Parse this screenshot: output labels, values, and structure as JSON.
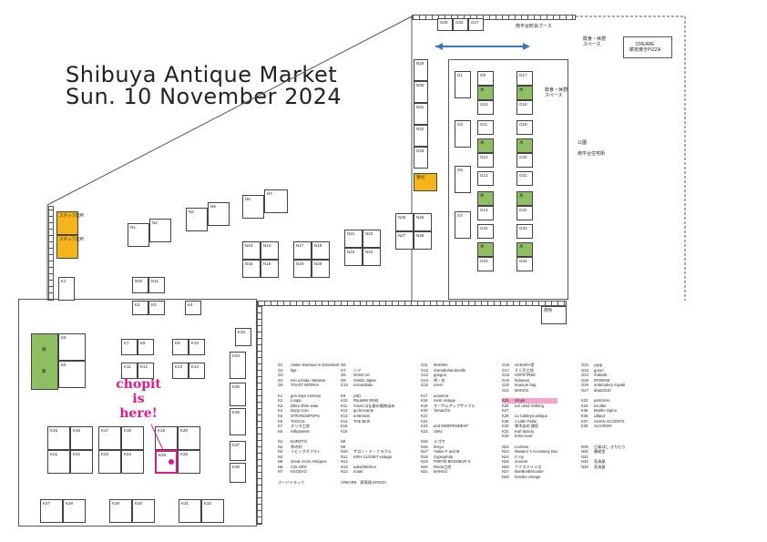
{
  "title_line1": "Shibuya Antique Market",
  "title_line2": "Sun. 10 November 2024",
  "areas": {
    "event_booth": "南平台町会ブース",
    "food_space_top": "飲食・休憩\nスペース",
    "creare_box": "CREARE\n薪窯焼きPIZZA",
    "food_space_mid": "飲食・休憩\nスペース",
    "park": "公園",
    "residence": "南平台住宅街",
    "staff1": "スタッフ詰所",
    "staff2": "スタッフ詰所",
    "reception": "受付",
    "luggage": "荷物",
    "stage1": "橋",
    "stage2": "載",
    "tree": "木"
  },
  "marker": {
    "line1": "chopit",
    "line2": "is",
    "line3": "here!"
  },
  "legend": {
    "col1": [
      [
        "G1",
        "Atelier Bonheur et Etincelant"
      ],
      [
        "G2",
        "figs"
      ],
      [
        "G3",
        ""
      ],
      [
        "G4",
        "mio uchida / Matisse"
      ],
      [
        "G5",
        "TOAST WORKS"
      ],
      [
        "",
        ""
      ],
      [
        "K1",
        "grin days memory"
      ],
      [
        "K2",
        "Loopp"
      ],
      [
        "K3",
        "Dhire dhire wala"
      ],
      [
        "K4",
        "Depp Coin"
      ],
      [
        "K5",
        "STRANGEPOPS"
      ],
      [
        "K6",
        "TAGOJL"
      ],
      [
        "K7",
        "エリラ工房"
      ],
      [
        "K8",
        "milliplanets"
      ],
      [
        "",
        ""
      ],
      [
        "N1",
        "EUROTO"
      ],
      [
        "N2",
        "茶の利"
      ],
      [
        "N3",
        "リビングネクスト"
      ],
      [
        "N4",
        ""
      ],
      [
        "N5",
        "Great Acorn Antiques"
      ],
      [
        "N6",
        "COLORS"
      ],
      [
        "N7",
        "KSODVO"
      ],
      [
        "",
        ""
      ],
      [
        "フードトラック",
        ""
      ]
    ],
    "col2": [
      [
        "G6",
        ""
      ],
      [
        "G7",
        "ハマ"
      ],
      [
        "G8",
        "Orient Art"
      ],
      [
        "G9",
        "Simitzi Japan"
      ],
      [
        "G10",
        "mizunolabo"
      ],
      [
        "",
        ""
      ],
      [
        "K9",
        "(JB)"
      ],
      [
        "K10",
        "Route66 (R66)"
      ],
      [
        "K11",
        "Yurari はな屋の植物染め"
      ],
      [
        "K12",
        "go.brocante"
      ],
      [
        "K13",
        "untension"
      ],
      [
        "K14",
        "THE Birth"
      ],
      [
        "K15",
        ""
      ],
      [
        "K16",
        ""
      ],
      [
        "",
        ""
      ],
      [
        "N8",
        ""
      ],
      [
        "N9",
        ""
      ],
      [
        "N10",
        "サロン・ド・ミラクル"
      ],
      [
        "N11",
        "KIRA CLOSET vintage"
      ],
      [
        "N12",
        ""
      ],
      [
        "N13",
        "aakichiBchun"
      ],
      [
        "N14",
        "notari"
      ],
      [
        "",
        ""
      ],
      [
        "CREARE",
        "薪窯焼きPIZZA"
      ]
    ],
    "col3": [
      [
        "G11",
        "MAKIBA"
      ],
      [
        "G12",
        "Somobohandcrafts"
      ],
      [
        "G13",
        "goegoo"
      ],
      [
        "G14",
        "明・衣"
      ],
      [
        "G15",
        "neem"
      ],
      [
        "",
        ""
      ],
      [
        "K17",
        "anonimo"
      ],
      [
        "K18",
        "mem vintage"
      ],
      [
        "K19",
        "オーサムアップサイクル"
      ],
      [
        "K20",
        "TomaChic"
      ],
      [
        "K21",
        ""
      ],
      [
        "K22",
        ""
      ],
      [
        "K23",
        "and INDEPENDENT"
      ],
      [
        "K24",
        "UMU"
      ],
      [
        "",
        ""
      ],
      [
        "N15",
        "ルゴワ"
      ],
      [
        "N16",
        "kesyu"
      ],
      [
        "N17",
        "Atelier F and M"
      ],
      [
        "N18",
        "Gypsophila"
      ],
      [
        "N19",
        "PORTE BONHEUR S"
      ],
      [
        "N20",
        "Rinda工房"
      ],
      [
        "N21",
        "MAKKO"
      ]
    ],
    "col4": [
      [
        "G16",
        "SAKURA堂"
      ],
      [
        "G17",
        "そら豆工房"
      ],
      [
        "G18",
        "HOPETREE"
      ],
      [
        "G19",
        "hideman"
      ],
      [
        "G20",
        "treasure bag"
      ],
      [
        "G21",
        "MAKKO"
      ],
      [
        "",
        ""
      ],
      [
        "K25",
        "chopit"
      ],
      [
        "K26",
        "ear used clothing"
      ],
      [
        "K27",
        ""
      ],
      [
        "K28",
        "La Cattleya antique"
      ],
      [
        "K29",
        "A Little Fable"
      ],
      [
        "K30",
        "果木染め 陽紀"
      ],
      [
        "K31",
        "Karl factory"
      ],
      [
        "K32",
        "boho lover"
      ],
      [
        "",
        ""
      ],
      [
        "N22",
        "Leoharu"
      ],
      [
        "N23",
        "Masami' s Accessory Box"
      ],
      [
        "N24",
        "o' my"
      ],
      [
        "N25",
        "unorare"
      ],
      [
        "N26",
        "クミコドリイエ"
      ],
      [
        "N27",
        "BonBonBrocante"
      ],
      [
        "N28",
        "forestio vintage"
      ]
    ],
    "col5": [
      [
        "G22",
        "yupp"
      ],
      [
        "G23",
        "gururi"
      ],
      [
        "G24",
        "rhubarb"
      ],
      [
        "G25",
        "IROEMI3"
      ],
      [
        "G26",
        "embroidery miyabi"
      ],
      [
        "G27",
        "aha22310"
      ],
      [
        "",
        ""
      ],
      [
        "K33",
        "petit terre"
      ],
      [
        "K34",
        "tocoller"
      ],
      [
        "K35",
        "Mariko Ogino"
      ],
      [
        "K36",
        "Lilliput"
      ],
      [
        "K37",
        "ASIAN ACCENTS"
      ],
      [
        "K38",
        "ALCHEMY"
      ],
      [
        "",
        ""
      ],
      [
        "",
        ""
      ],
      [
        "",
        ""
      ],
      [
        "N29",
        "日本ぱし きたむら"
      ],
      [
        "N30",
        "橋尾堂"
      ],
      [
        "N31",
        ""
      ],
      [
        "N32",
        "家具屋"
      ],
      [
        "N33",
        "家具屋"
      ]
    ]
  }
}
